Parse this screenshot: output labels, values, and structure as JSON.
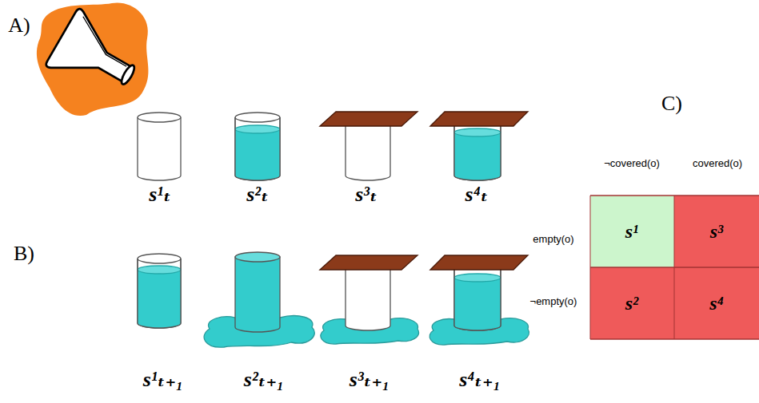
{
  "diagram": {
    "labels": [
      "A)",
      "B)",
      "C)",
      "s¹ₜ",
      "s²ₜ",
      "s³ₜ",
      "s⁴ₜ",
      "s¹ₜ₊₁",
      "s²ₜ₊₁",
      "s³ₜ₊₁",
      "s⁴ₜ₊₁",
      "¬covered(o)",
      "covered(o)",
      "empty(o)",
      "¬empty(o)",
      "s¹",
      "s³",
      "s²",
      "s⁴"
    ]
  }
}
